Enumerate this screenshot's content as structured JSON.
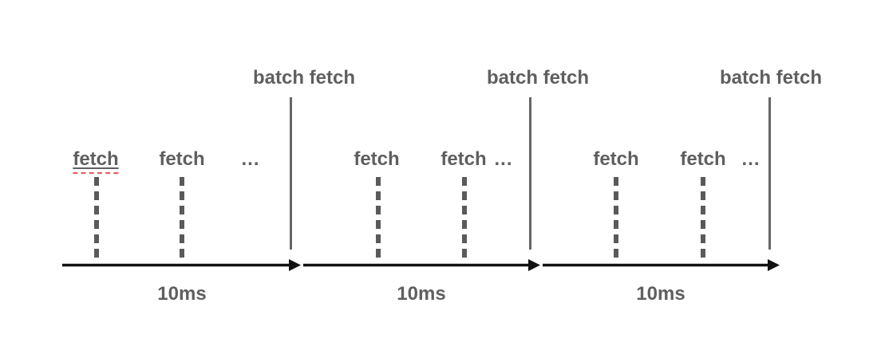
{
  "colors": {
    "text_gray": "#5f5f5f",
    "line_gray": "#666666",
    "dash_gray": "#5a5a5a",
    "arrow_black": "#121212",
    "spellcheck_red": "#e25b5b",
    "background": "#ffffff"
  },
  "timeline": {
    "batch_fetch_labels": [
      "batch fetch",
      "batch fetch",
      "batch fetch"
    ],
    "segments": [
      {
        "duration": "10ms",
        "events": [
          "fetch",
          "fetch"
        ],
        "ellipsis": "...",
        "first_event_underlined": true
      },
      {
        "duration": "10ms",
        "events": [
          "fetch",
          "fetch"
        ],
        "ellipsis": "..."
      },
      {
        "duration": "10ms",
        "events": [
          "fetch",
          "fetch"
        ],
        "ellipsis": "..."
      }
    ]
  }
}
